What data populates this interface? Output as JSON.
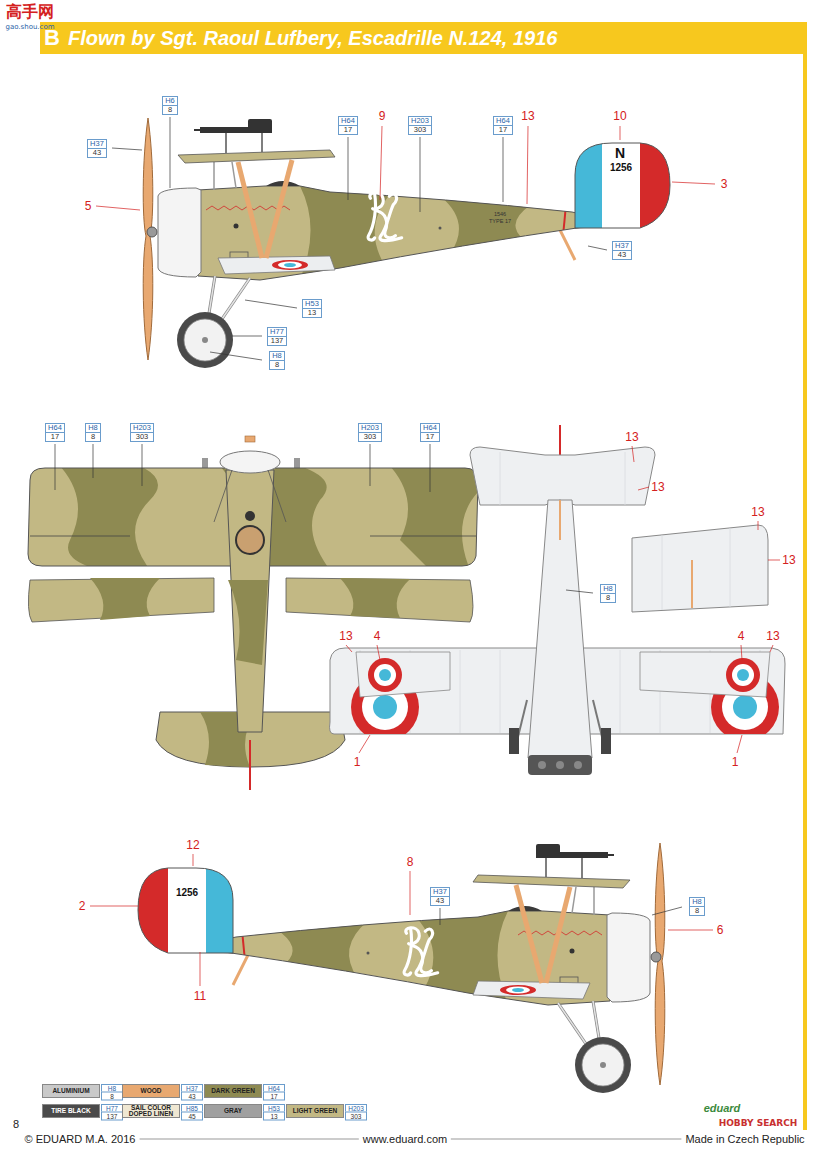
{
  "diagram": {
    "title": "Flown by Sgt. Raoul Lufbery, Escadrille N.124, 1916",
    "nodes": [
      {
        "text": [
          "H6",
          "8"
        ]
      },
      {
        "text": [
          "H37",
          "43"
        ]
      },
      {
        "text": [
          "H64",
          "17"
        ]
      },
      {
        "text": [
          "H203",
          "303"
        ]
      },
      {
        "text": [
          "H64",
          "17"
        ]
      },
      {
        "text": [
          "H37",
          "43"
        ]
      },
      {
        "text": [
          "H53",
          "13"
        ]
      },
      {
        "text": [
          "H77",
          "137"
        ]
      },
      {
        "text": [
          "H8",
          "8"
        ]
      },
      {
        "text": [
          "H64",
          "17"
        ]
      },
      {
        "text": [
          "H8",
          "8"
        ]
      },
      {
        "text": [
          "H203",
          "303"
        ]
      },
      {
        "text": [
          "H203",
          "303"
        ]
      },
      {
        "text": [
          "H64",
          "17"
        ]
      },
      {
        "text": [
          "H8",
          "8"
        ]
      },
      {
        "text": [
          "H37",
          "43"
        ]
      },
      {
        "text": [
          "H8",
          "8"
        ]
      }
    ],
    "labels": [
      "高手网",
      "gao.shou.com",
      "B",
      "5",
      "9",
      "13",
      "10",
      "3",
      "N",
      "1256",
      "1546",
      "TYPE 17",
      "13",
      "13",
      "13",
      "13",
      "13",
      "4",
      "4",
      "13",
      "1",
      "1",
      "12",
      "8",
      "2",
      "1256",
      "11",
      "6",
      "eduard",
      "8",
      "© EDUARD M.A. 2016",
      "www.eduard.com",
      "Made in Czech Republic",
      "HOBBY SEARCH",
      "H8",
      "8",
      "H37",
      "43",
      "H64",
      "17",
      "H77",
      "137",
      "H85",
      "45",
      "H53",
      "13",
      "H203",
      "303"
    ],
    "legend": [
      {
        "text": "ALUMINIUM",
        "color": "#c9c9c9"
      },
      {
        "text": "WOOD",
        "color": "#e8a870"
      },
      {
        "text": "DARK GREEN",
        "color": "#8e8a52"
      },
      {
        "text": "TIRE BLACK",
        "color": "#4a4a4a"
      },
      {
        "text": "SAIL COLOR DOPED LINEN",
        "color": "#efe7d2"
      },
      {
        "text": "GRAY",
        "color": "#a0a0a0"
      },
      {
        "text": "LIGHT GREEN",
        "color": "#c2b884"
      }
    ]
  }
}
